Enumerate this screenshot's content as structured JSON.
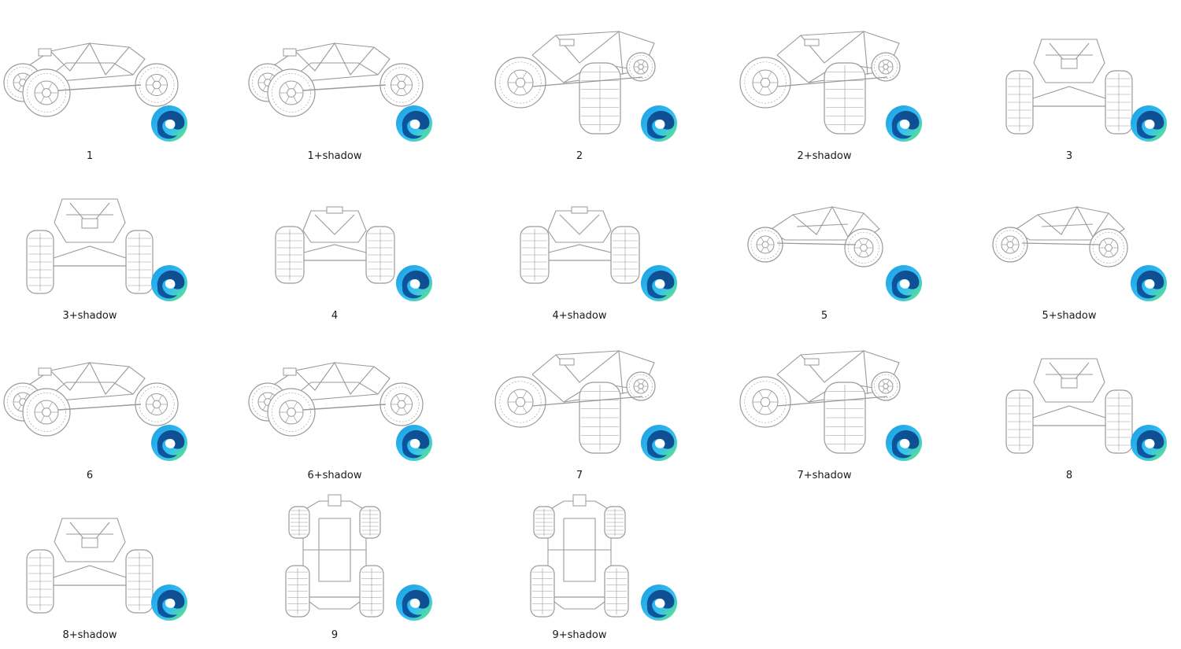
{
  "files": [
    {
      "name": "1",
      "view": "side-left",
      "app_icon": "edge-icon"
    },
    {
      "name": "1+shadow",
      "view": "side-left",
      "app_icon": "edge-icon"
    },
    {
      "name": "2",
      "view": "three-quarter",
      "app_icon": "edge-icon"
    },
    {
      "name": "2+shadow",
      "view": "three-quarter",
      "app_icon": "edge-icon"
    },
    {
      "name": "3",
      "view": "front",
      "app_icon": "edge-icon"
    },
    {
      "name": "3+shadow",
      "view": "front",
      "app_icon": "edge-icon"
    },
    {
      "name": "4",
      "view": "front-low",
      "app_icon": "edge-icon"
    },
    {
      "name": "4+shadow",
      "view": "front-low",
      "app_icon": "edge-icon"
    },
    {
      "name": "5",
      "view": "side-right",
      "app_icon": "edge-icon"
    },
    {
      "name": "5+shadow",
      "view": "side-right",
      "app_icon": "edge-icon"
    },
    {
      "name": "6",
      "view": "side-left",
      "app_icon": "edge-icon"
    },
    {
      "name": "6+shadow",
      "view": "side-left",
      "app_icon": "edge-icon"
    },
    {
      "name": "7",
      "view": "three-quarter",
      "app_icon": "edge-icon"
    },
    {
      "name": "7+shadow",
      "view": "three-quarter",
      "app_icon": "edge-icon"
    },
    {
      "name": "8",
      "view": "rear",
      "app_icon": "edge-icon"
    },
    {
      "name": "8+shadow",
      "view": "rear",
      "app_icon": "edge-icon"
    },
    {
      "name": "9",
      "view": "top",
      "app_icon": "edge-icon"
    },
    {
      "name": "9+shadow",
      "view": "top",
      "app_icon": "edge-icon"
    }
  ],
  "colors": {
    "background": "#ffffff",
    "line_art": "#9a9a9a",
    "label_text": "#1a1a1a"
  }
}
